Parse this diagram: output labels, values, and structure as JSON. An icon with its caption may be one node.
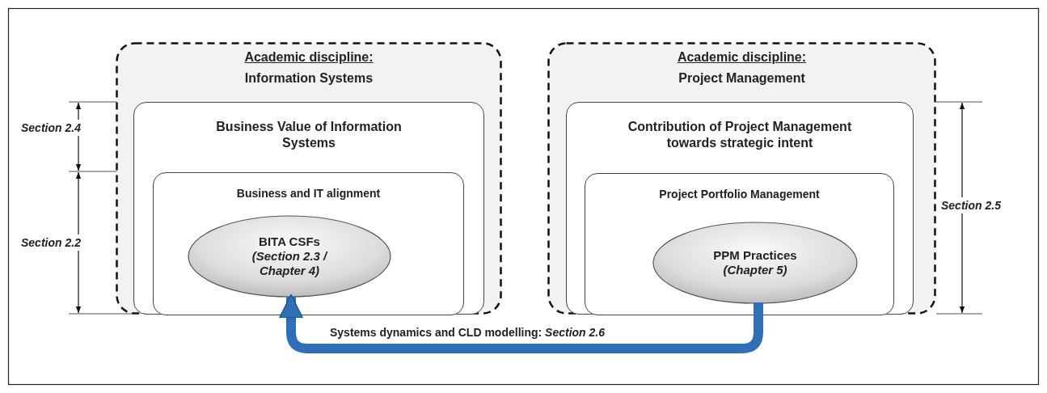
{
  "diagram": {
    "nodes": [
      {
        "text": [
          "Academic discipline:",
          "Information Systems"
        ]
      },
      {
        "text": [
          "Business Value of Information Systems"
        ],
        "in": 0
      },
      {
        "text": [
          "Business and IT alignment"
        ],
        "in": 1
      },
      {
        "text": [
          "BITA CSFs",
          "(Section 2.3 / Chapter 4)"
        ],
        "in": 2
      },
      {
        "text": [
          "Academic discipline:",
          "Project Management"
        ]
      },
      {
        "text": [
          "Contribution of Project Management towards strategic intent"
        ],
        "in": 4
      },
      {
        "text": [
          "Project Portfolio Management"
        ],
        "in": 5
      },
      {
        "text": [
          "PPM Practices",
          "(Chapter 5)"
        ],
        "in": 6
      }
    ],
    "edges": [
      {
        "from": 7,
        "to": 3,
        "arrow": "to",
        "label": "Systems dynamics and CLD modelling: *Section 2.6*",
        "color": "#2e6fb7"
      }
    ],
    "labels": [
      "Section 2.4",
      "Section 2.2",
      "Section 2.5"
    ]
  }
}
